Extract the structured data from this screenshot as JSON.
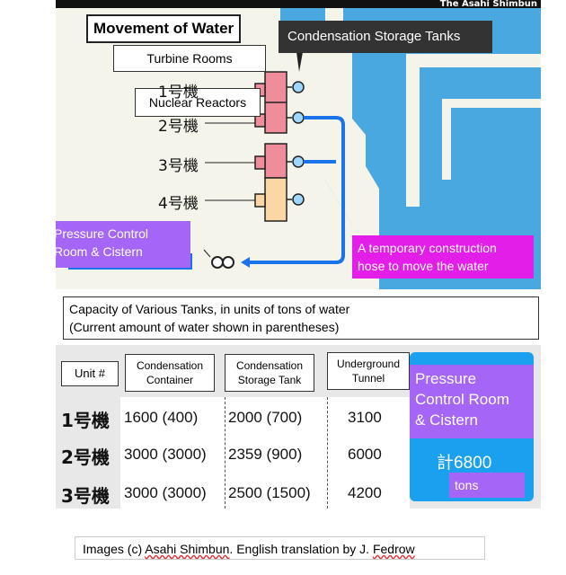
{
  "map": {
    "credit": "The Asahi Shimbun",
    "title": "Movement of Water",
    "tanks_label": "Condensation Storage Tanks",
    "turbine_label": "Turbine Rooms",
    "reactor_label": "Nuclear Reactors",
    "units": [
      "1号機",
      "2号機",
      "3号機",
      "4号機"
    ],
    "pressure_label_line1": "Pressure Control",
    "pressure_label_line2": "Room & Cistern",
    "hose_label_line1": "A temporary construction",
    "hose_label_line2": "hose to move the water",
    "colors": {
      "sea": "#4aa8e0",
      "land": "#f4f4ea",
      "turbine": "#f08d9a",
      "turbine4": "#fbd7a6",
      "hose": "#1a73e8"
    }
  },
  "capacity": {
    "line1": "Capacity of Various Tanks, in units of tons of water",
    "line2": "(Current amount of water shown in parentheses)"
  },
  "table": {
    "headers": {
      "unit": "Unit #",
      "container_l1": "Condensation",
      "container_l2": "Container",
      "storage_l1": "Condensation",
      "storage_l2": "Storage Tank",
      "tunnel_l1": "Underground",
      "tunnel_l2": "Tunnel"
    },
    "rows": [
      {
        "unit": "1号機",
        "container": "1600 (400)",
        "storage": "2000 (700)",
        "tunnel": "3100"
      },
      {
        "unit": "2号機",
        "container": "3000 (3000)",
        "storage": "2359 (900)",
        "tunnel": "6000"
      },
      {
        "unit": "3号機",
        "container": "3000 (3000)",
        "storage": "2500 (1500)",
        "tunnel": "4200"
      }
    ],
    "pressure_box": {
      "line1": "Pressure",
      "line2": "Control Room",
      "line3": "& Cistern",
      "total": "計6800",
      "unit": "tons"
    }
  },
  "footer": {
    "prefix": "Images (c) ",
    "source": "Asahi Shimbun",
    "middle": ".  English translation by J. ",
    "translator": "Fedrow"
  }
}
